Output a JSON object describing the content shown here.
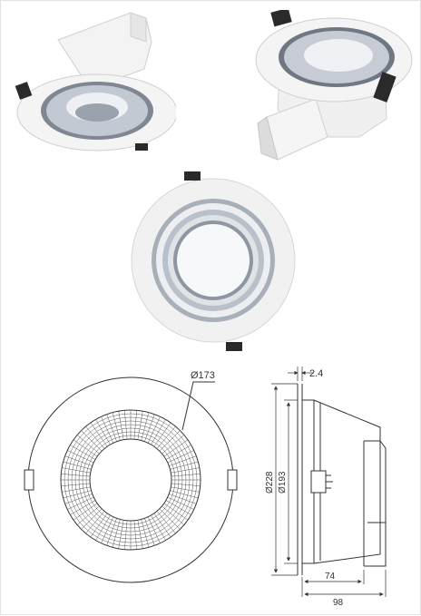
{
  "sheet": {
    "photos": [
      {
        "view": "angled-left",
        "caption": ""
      },
      {
        "view": "angled-right",
        "caption": ""
      },
      {
        "view": "front",
        "caption": ""
      }
    ],
    "drawing": {
      "front_view": {
        "dia_label": "Ø173"
      },
      "side_view": {
        "top_dim": "2.4",
        "dia_outer": "Ø228",
        "dia_inner": "Ø193",
        "depth_body": "74",
        "depth_total": "98"
      }
    },
    "colors": {
      "housing": "#f2f2f2",
      "reflector": "#c9ced6",
      "clip": "#2a2a2a",
      "line": "#333333"
    }
  }
}
